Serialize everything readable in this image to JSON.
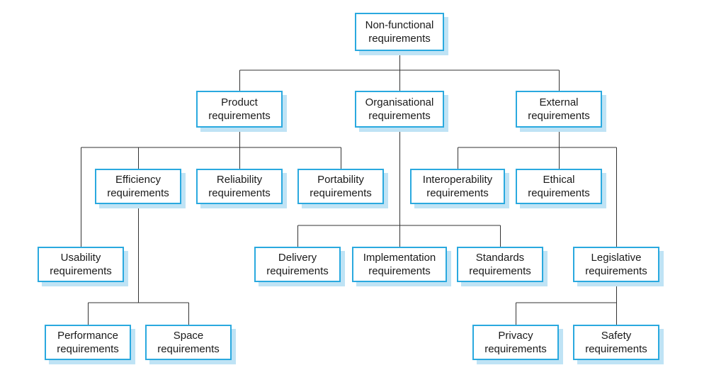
{
  "diagram": {
    "nodes": {
      "nonfunctional": [
        "Non-functional",
        "requirements"
      ],
      "product": [
        "Product",
        "requirements"
      ],
      "organisational": [
        "Organisational",
        "requirements"
      ],
      "external": [
        "External",
        "requirements"
      ],
      "efficiency": [
        "Efficiency",
        "requirements"
      ],
      "reliability": [
        "Reliability",
        "requirements"
      ],
      "portability": [
        "Portability",
        "requirements"
      ],
      "interoperability": [
        "Interoperability",
        "requirements"
      ],
      "ethical": [
        "Ethical",
        "requirements"
      ],
      "usability": [
        "Usability",
        "requirements"
      ],
      "delivery": [
        "Delivery",
        "requirements"
      ],
      "implementation": [
        "Implementation",
        "requirements"
      ],
      "standards": [
        "Standards",
        "requirements"
      ],
      "legislative": [
        "Legislative",
        "requirements"
      ],
      "performance": [
        "Performance",
        "requirements"
      ],
      "space": [
        "Space",
        "requirements"
      ],
      "privacy": [
        "Privacy",
        "requirements"
      ],
      "safety": [
        "Safety",
        "requirements"
      ]
    },
    "colors": {
      "border": "#2aa9df",
      "shadow": "#bfe3f5",
      "line": "#333333",
      "text": "#1a1a1a"
    }
  }
}
